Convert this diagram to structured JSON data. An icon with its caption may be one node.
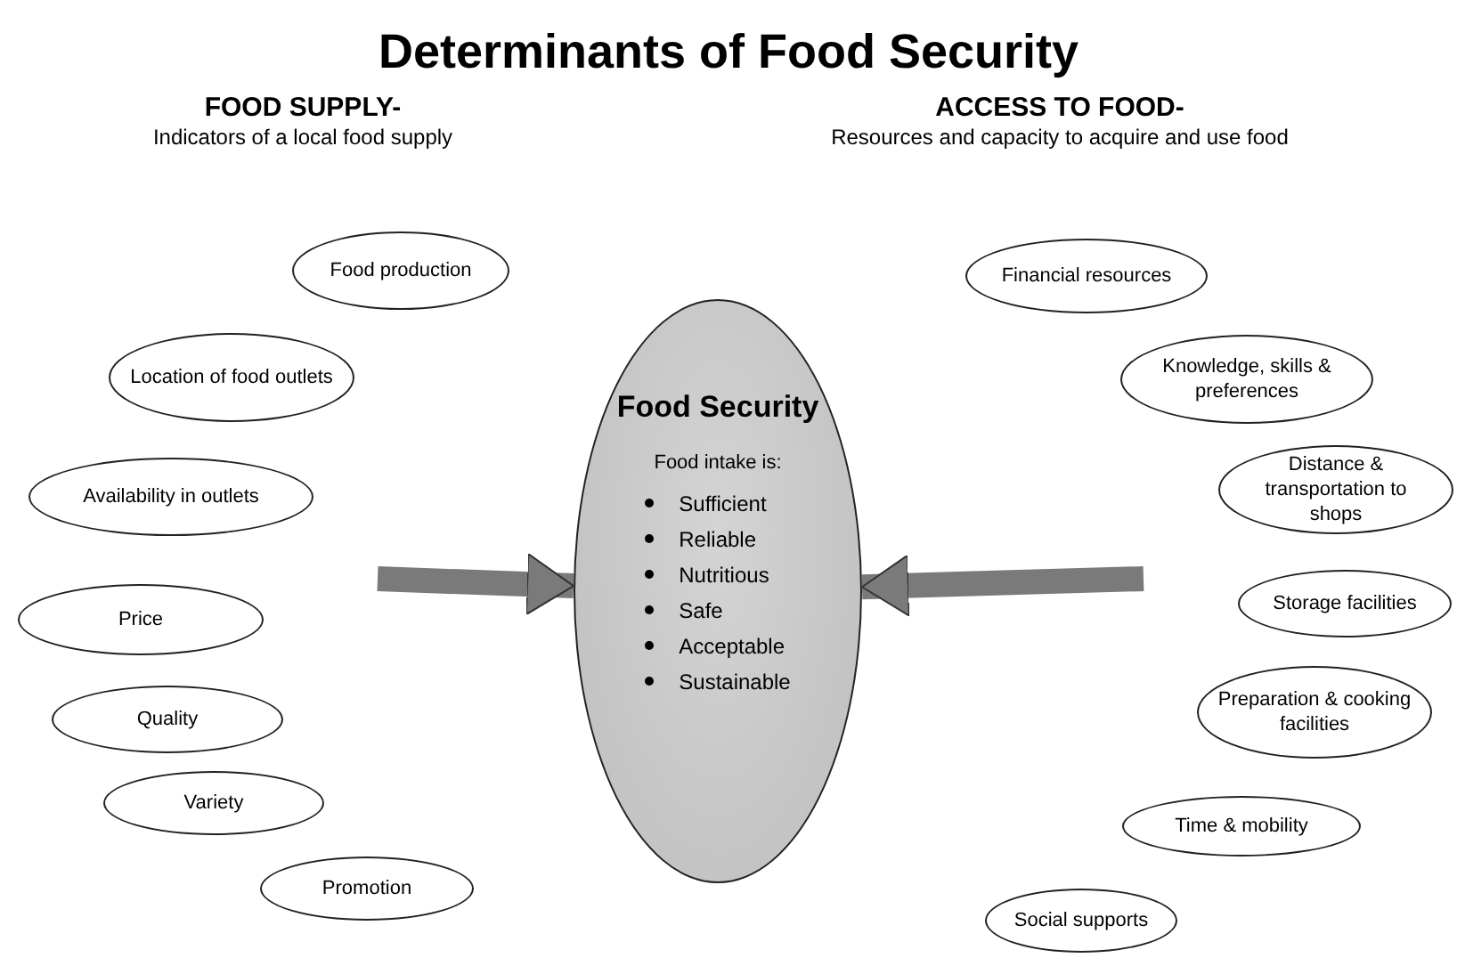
{
  "diagram": {
    "title": "Determinants of Food Security",
    "nodes": [
      {
        "text": [
          "Food production"
        ]
      },
      {
        "text": [
          "Location of food outlets"
        ]
      },
      {
        "text": [
          "Availability in outlets"
        ]
      },
      {
        "text": [
          "Price"
        ]
      },
      {
        "text": [
          "Quality"
        ]
      },
      {
        "text": [
          "Variety"
        ]
      },
      {
        "text": [
          "Promotion"
        ]
      },
      {
        "text": [
          "Food Security",
          "Food intake is:",
          "Sufficient",
          "Reliable",
          "Nutritious",
          "Safe",
          "Acceptable",
          "Sustainable"
        ]
      },
      {
        "text": [
          "Financial resources"
        ]
      },
      {
        "text": [
          "Knowledge, skills & preferences"
        ]
      },
      {
        "text": [
          "Distance & transportation to shops"
        ]
      },
      {
        "text": [
          "Storage facilities"
        ]
      },
      {
        "text": [
          "Preparation & cooking facilities"
        ]
      },
      {
        "text": [
          "Time & mobility"
        ]
      },
      {
        "text": [
          "Social supports"
        ]
      }
    ],
    "edges": [
      {
        "from": null,
        "to": 7,
        "arrow": "to"
      },
      {
        "from": null,
        "to": 7,
        "arrow": "to"
      }
    ],
    "labels": [
      "FOOD SUPPLY-",
      "Indicators of a local food supply",
      "ACCESS TO FOOD-",
      "Resources and capacity to acquire and use food"
    ]
  }
}
